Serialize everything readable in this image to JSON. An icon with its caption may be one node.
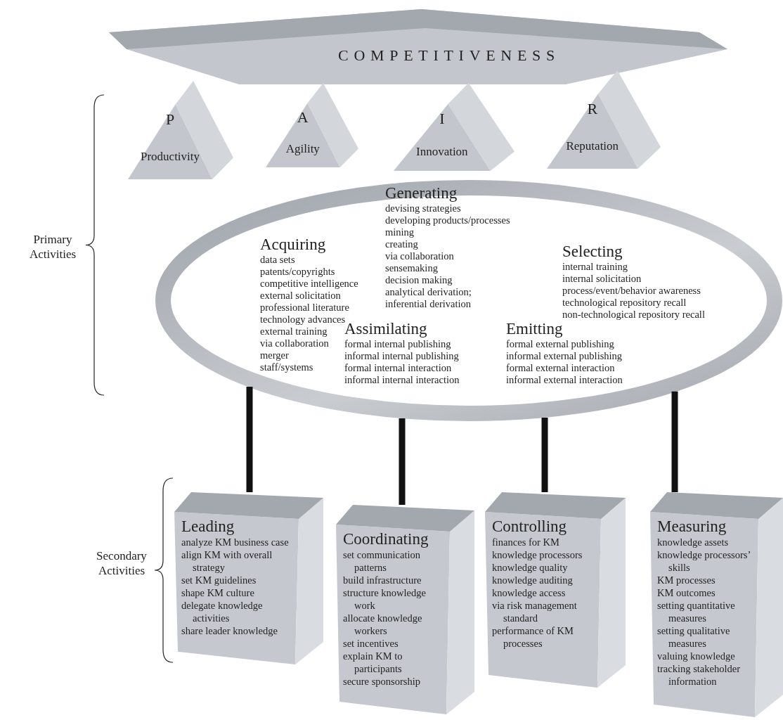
{
  "diagram": {
    "nodes": [
      {
        "text": [
          "COMPETITIVENESS"
        ]
      },
      {
        "text": [
          "P",
          "Productivity"
        ]
      },
      {
        "text": [
          "A",
          "Agility"
        ]
      },
      {
        "text": [
          "I",
          "Innovation"
        ]
      },
      {
        "text": [
          "R",
          "Reputation"
        ]
      },
      {
        "text": [],
        "shape": "ellipse"
      },
      {
        "text": [
          "Generating",
          "devising strategies",
          "developing products/processes",
          "mining",
          "creating",
          "via collaboration",
          "sensemaking",
          "decision making",
          "analytical derivation;",
          "inferential derivation"
        ],
        "in": 5
      },
      {
        "text": [
          "Acquiring",
          "data sets",
          "patents/copyrights",
          "competitive intelligence",
          "external solicitation",
          "professional literature",
          "technology advances",
          "external training",
          "via collaboration",
          "merger",
          "staff/systems"
        ],
        "in": 5
      },
      {
        "text": [
          "Selecting",
          "internal training",
          "internal solicitation",
          "process/event/behavior awareness",
          "technological repository recall",
          "non-technological repository recall"
        ],
        "in": 5
      },
      {
        "text": [
          "Assimilating",
          "formal internal publishing",
          "informal internal publishing",
          "formal internal interaction",
          "informal internal interaction"
        ],
        "in": 5
      },
      {
        "text": [
          "Emitting",
          "formal external publishing",
          "informal external publishing",
          "formal external interaction",
          "informal external interaction"
        ],
        "in": 5
      },
      {
        "text": [
          "Leading",
          "analyze KM business case",
          "align KM with overall strategy",
          "set KM guidelines",
          "shape KM culture",
          "delegate knowledge activities",
          "share leader knowledge"
        ]
      },
      {
        "text": [
          "Coordinating",
          "set communication patterns",
          "build infrastructure",
          "structure knowledge work",
          "allocate knowledge workers",
          "set incentives",
          "explain KM to participants",
          "secure sponsorship"
        ]
      },
      {
        "text": [
          "Controlling",
          "finances for KM",
          "knowledge processors",
          "knowledge quality",
          "knowledge auditing",
          "knowledge access",
          "via risk management standard",
          "performance of KM processes"
        ]
      },
      {
        "text": [
          "Measuring",
          "knowledge assets",
          "knowledge processors’ skills",
          "KM processes",
          "KM outcomes",
          "setting quantitative measures",
          "setting qualitative measures",
          "valuing knowledge",
          "tracking stakeholder information"
        ]
      }
    ],
    "edges": [
      {
        "from": 11,
        "to": 5,
        "arrow": "none"
      },
      {
        "from": 12,
        "to": 5,
        "arrow": "none"
      },
      {
        "from": 13,
        "to": 5,
        "arrow": "none"
      },
      {
        "from": 14,
        "to": 5,
        "arrow": "none"
      }
    ],
    "labels": [
      "Primary Activities",
      "Secondary Activities"
    ]
  }
}
